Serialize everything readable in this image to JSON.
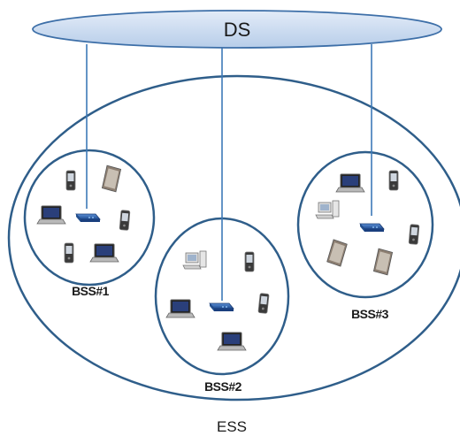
{
  "ds": {
    "label": "DS"
  },
  "ess": {
    "label": "ESS"
  },
  "bss": [
    {
      "label": "BSS#1"
    },
    {
      "label": "BSS#2"
    },
    {
      "label": "BSS#3"
    }
  ],
  "colors": {
    "ds_fill": "#c9daf0",
    "circle_stroke": "#2f5e8a",
    "link_line": "#3d7ab8",
    "access_point": "#2b5aa8"
  }
}
